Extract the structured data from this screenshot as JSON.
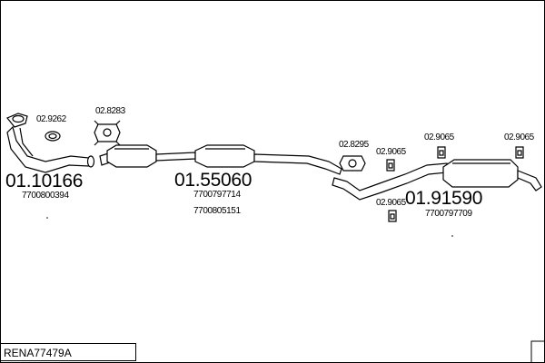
{
  "diagram": {
    "title": "RENA77479A",
    "groups": [
      {
        "number": "01.10166",
        "refs": [
          "7700800394"
        ]
      },
      {
        "number": "01.55060",
        "refs": [
          "7700797714",
          "7700805151"
        ]
      },
      {
        "number": "01.91590",
        "refs": [
          "7700797709"
        ]
      }
    ],
    "parts": [
      "02.9262",
      "02.8283",
      "02.8295",
      "02.9065",
      "02.9065",
      "02.9065",
      "02.9065"
    ]
  }
}
